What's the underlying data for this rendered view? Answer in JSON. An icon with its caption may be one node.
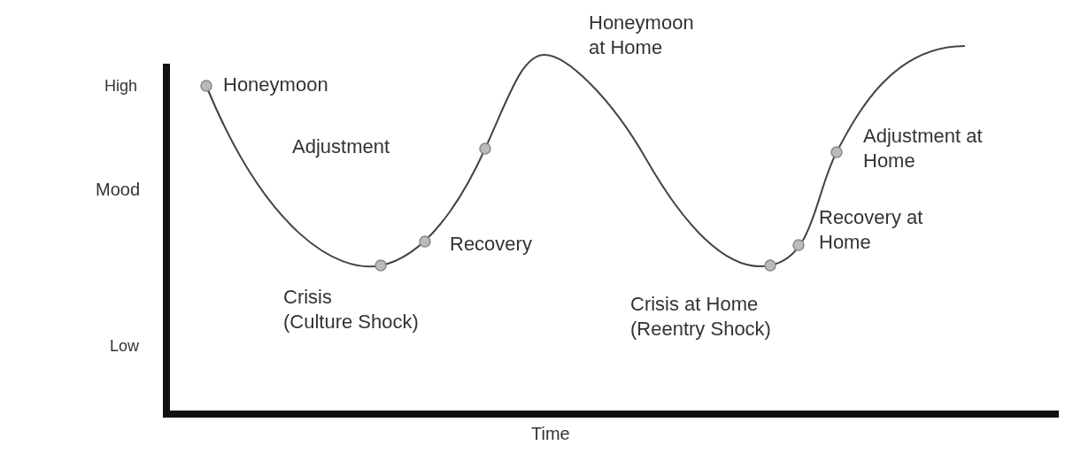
{
  "diagram": {
    "labels": [
      "High",
      "Honeymoon",
      "Honeymoon at Home",
      "Adjustment",
      "Adjustment at Home",
      "Mood",
      "Recovery",
      "Recovery at Home",
      "Crisis (Culture Shock)",
      "Crisis at Home (Reentry Shock)",
      "Low",
      "Time"
    ]
  }
}
